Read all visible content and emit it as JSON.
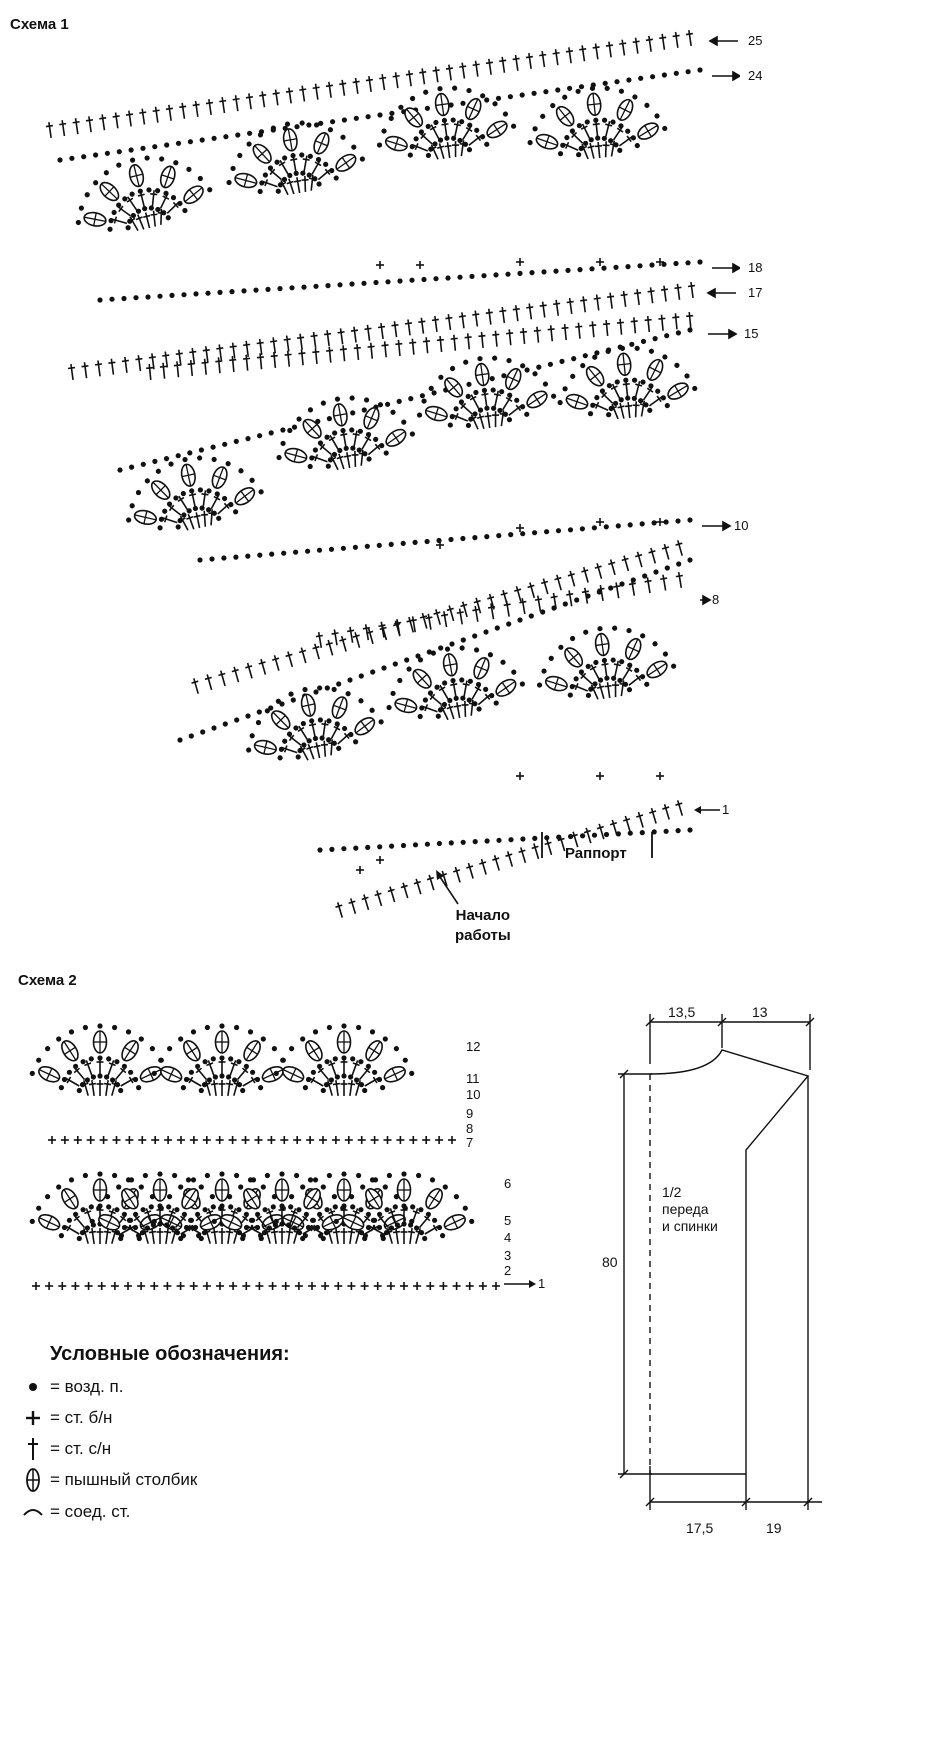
{
  "scheme1": {
    "title": "Схема 1",
    "row_labels": [
      "25",
      "24",
      "18",
      "17",
      "15",
      "10",
      "8",
      "1"
    ],
    "repeat_label": "Раппорт",
    "start_label_line1": "Начало",
    "start_label_line2": "работы"
  },
  "scheme2": {
    "title": "Схема 2",
    "row_labels": [
      "12",
      "11",
      "10",
      "9",
      "8",
      "7",
      "6",
      "5",
      "4",
      "3",
      "2",
      "1"
    ]
  },
  "pattern": {
    "dimensions": {
      "top_left": "13,5",
      "top_right": "13",
      "height": "80",
      "bottom_left": "17,5",
      "bottom_right": "19"
    },
    "label_line1": "1/2",
    "label_line2": "переда",
    "label_line3": "и спинки"
  },
  "legend": {
    "title": "Условные обозначения:",
    "items": [
      {
        "icon": "chain-stitch-icon",
        "text": "= возд. п."
      },
      {
        "icon": "single-crochet-icon",
        "text": "= ст. б/н"
      },
      {
        "icon": "double-crochet-icon",
        "text": "= ст. с/н"
      },
      {
        "icon": "puff-stitch-icon",
        "text": "= пышный столбик"
      },
      {
        "icon": "slip-stitch-icon",
        "text": "= соед. ст."
      }
    ]
  }
}
